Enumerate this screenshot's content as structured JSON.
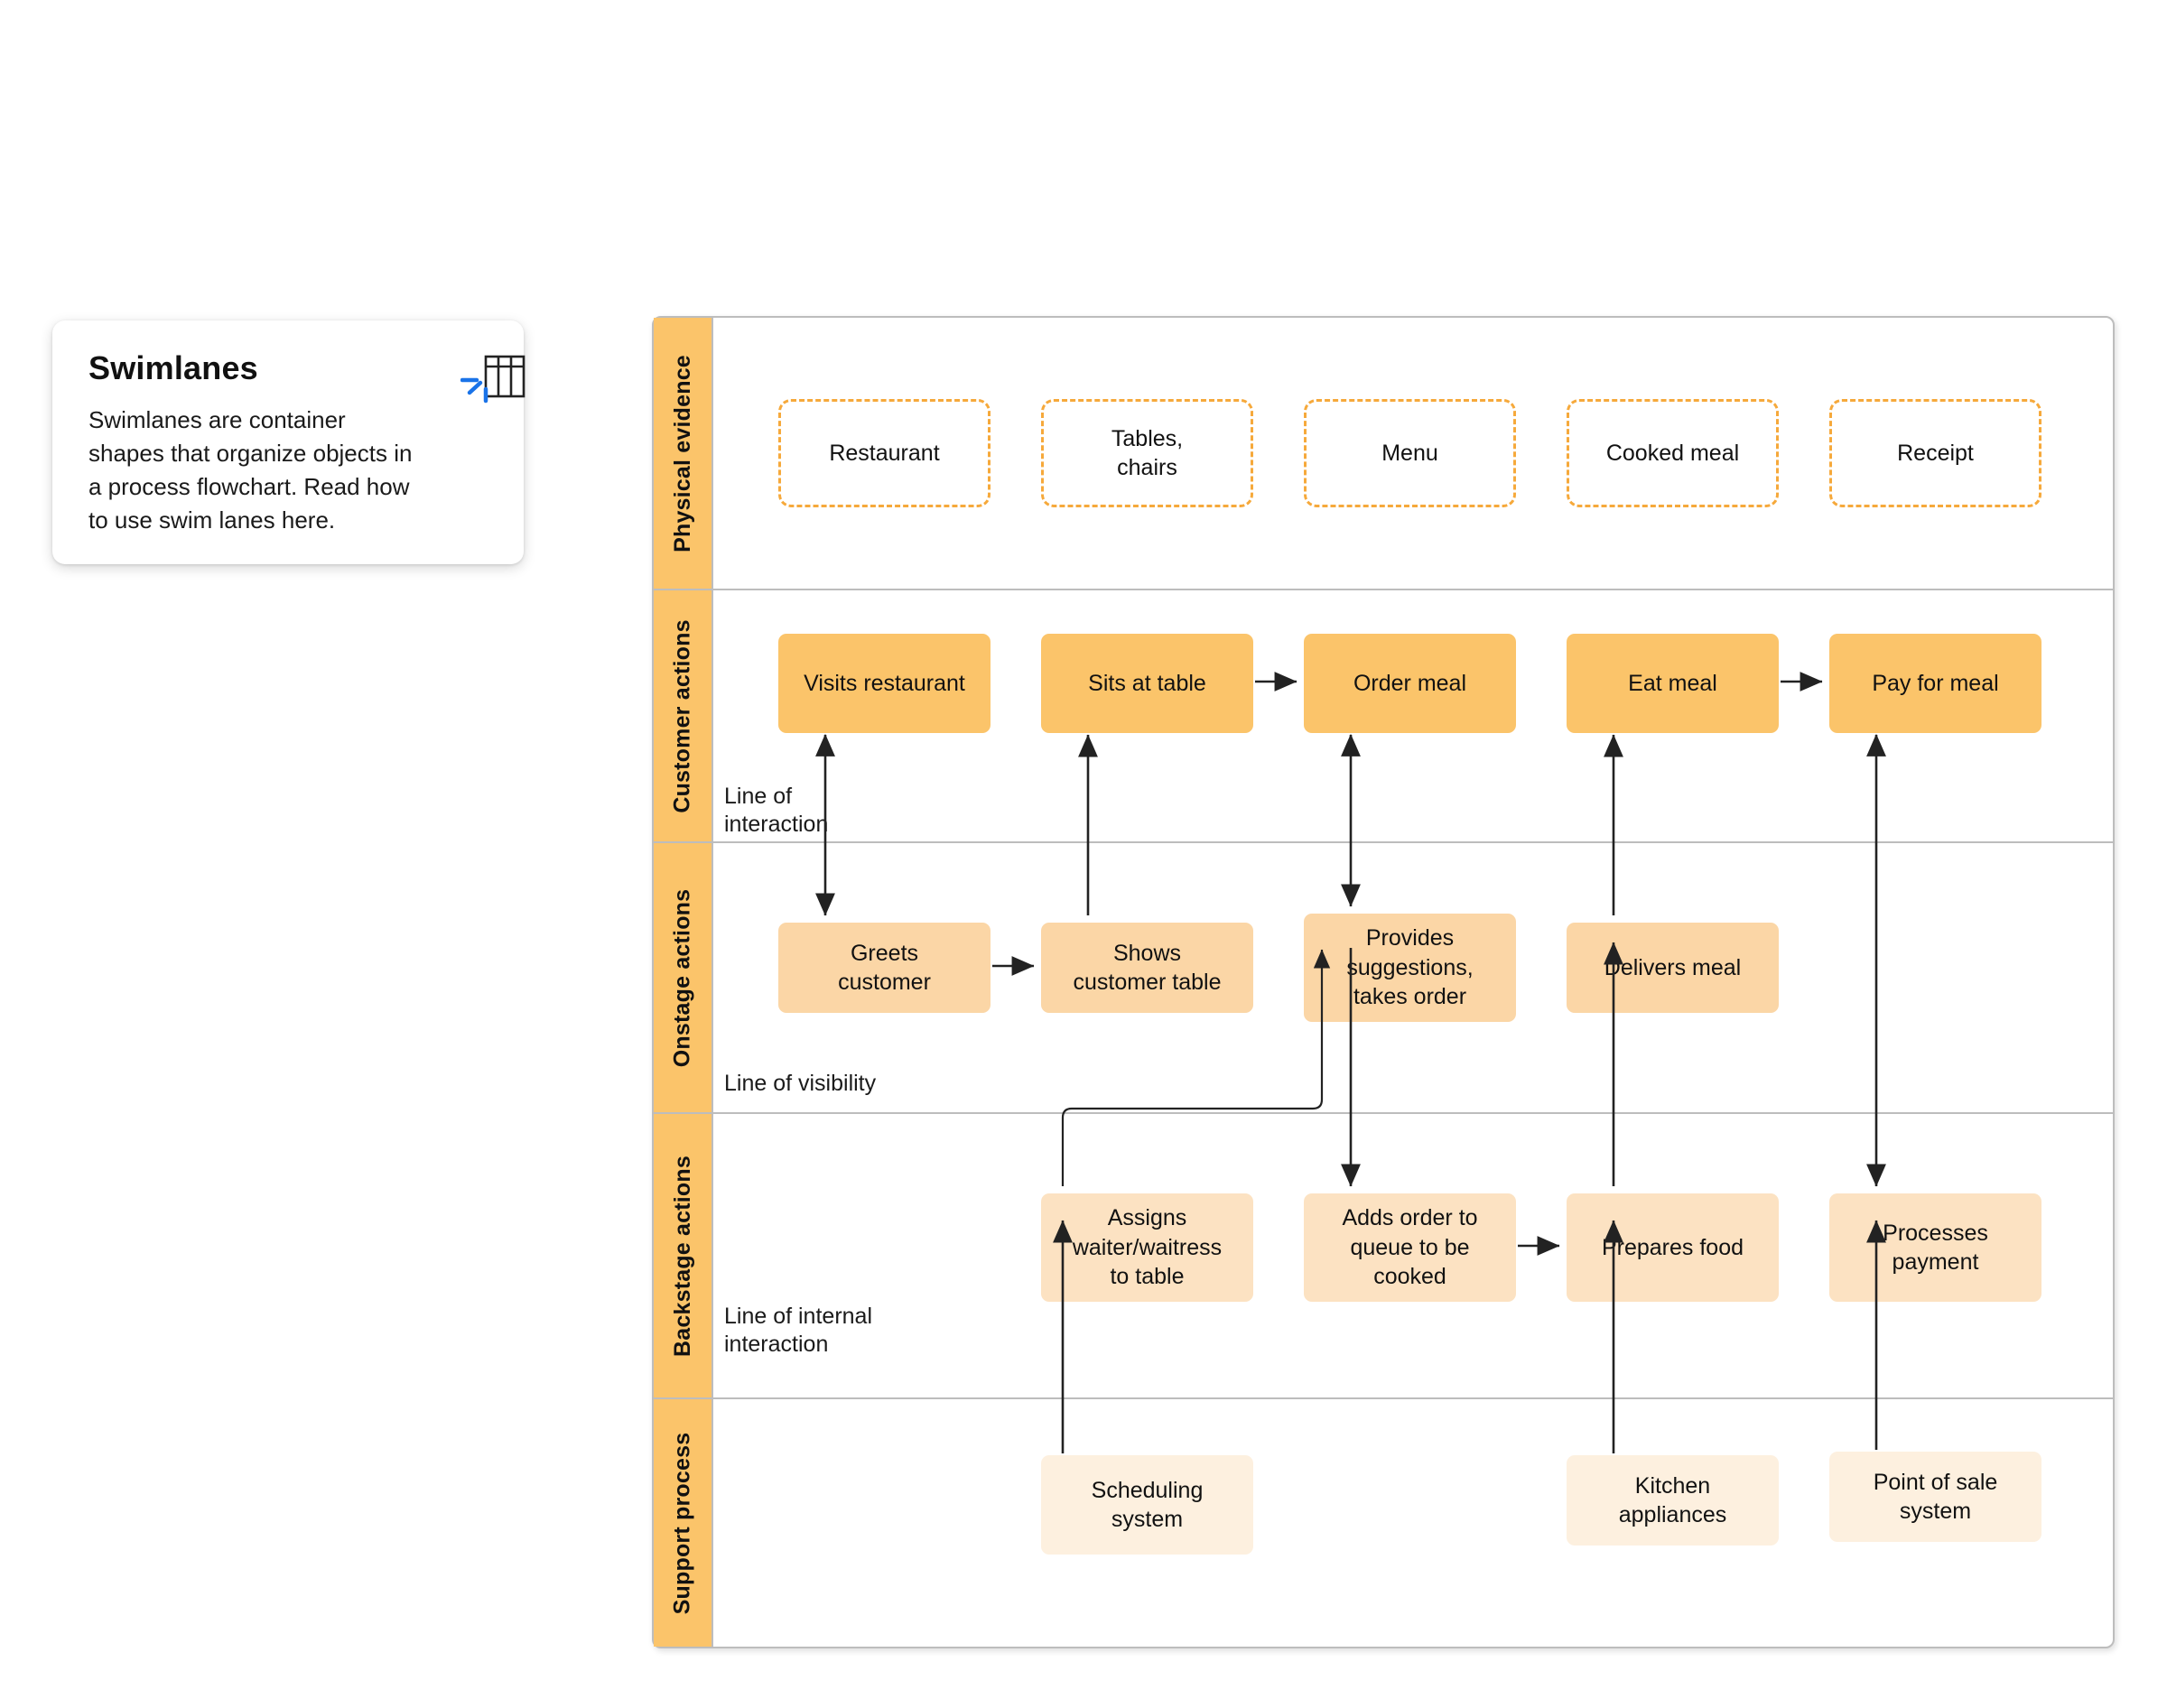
{
  "info_card": {
    "title": "Swimlanes",
    "description": "Swimlanes are container shapes that organize objects in a process flowchart. Read how to use swim lanes here.",
    "icon": "swimlane-table-icon"
  },
  "diagram": {
    "type": "service-blueprint-swimlane",
    "lanes": [
      {
        "id": "physical-evidence",
        "label": "Physical evidence"
      },
      {
        "id": "customer-actions",
        "label": "Customer actions"
      },
      {
        "id": "onstage-actions",
        "label": "Onstage actions"
      },
      {
        "id": "backstage-actions",
        "label": "Backstage actions"
      },
      {
        "id": "support-process",
        "label": "Support process"
      }
    ],
    "boundary_labels": [
      {
        "id": "line-of-interaction",
        "text": "Line of\ninteraction"
      },
      {
        "id": "line-of-visibility",
        "text": "Line of visibility"
      },
      {
        "id": "line-of-internal-interaction",
        "text": "Line of internal\ninteraction"
      }
    ],
    "nodes": {
      "physical_evidence": [
        "Restaurant",
        "Tables,\nchairs",
        "Menu",
        "Cooked meal",
        "Receipt"
      ],
      "customer_actions": [
        "Visits restaurant",
        "Sits at table",
        "Order meal",
        "Eat meal",
        "Pay for meal"
      ],
      "onstage_actions": [
        "Greets\ncustomer",
        "Shows\ncustomer table",
        "Provides\nsuggestions,\ntakes order",
        "Delivers meal"
      ],
      "backstage_actions": [
        "Assigns\nwaiter/waitress\nto table",
        "Adds order to\nqueue to be\ncooked",
        "Prepares food",
        "Processes\npayment"
      ],
      "support_process": [
        "Scheduling\nsystem",
        "Kitchen\nappliances",
        "Point of sale\nsystem"
      ]
    },
    "colors": {
      "lane_header": "#FBC46A",
      "evidence_border": "#F6A93B",
      "customer_fill": "#FBC46A",
      "onstage_fill": "#FBD6A6",
      "backstage_fill": "#FCE2C2",
      "support_fill": "#FDF0DF",
      "lane_divider": "#BDBDBD",
      "connector": "#222222",
      "accent_blue": "#1A73E8"
    }
  }
}
